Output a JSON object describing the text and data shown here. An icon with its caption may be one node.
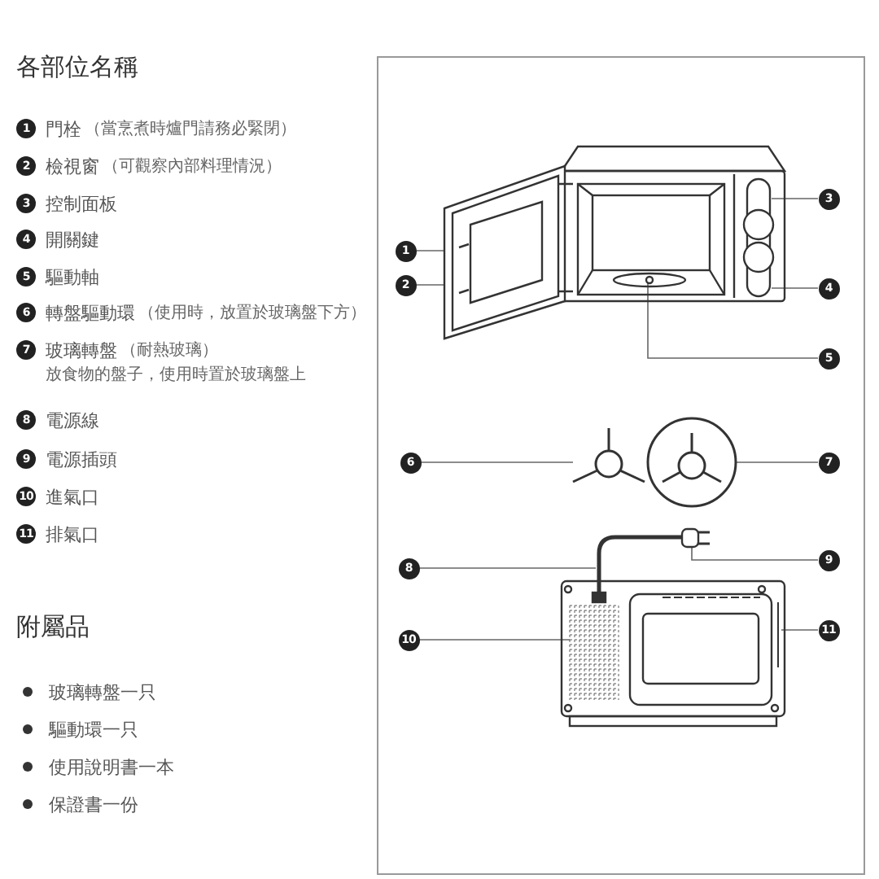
{
  "diagram": {
    "title": "各部位名稱",
    "nodes": [
      {
        "text": [
          "1"
        ],
        "beside": [
          "門栓",
          "（當烹煮時爐門請務必緊閉）"
        ]
      },
      {
        "text": [
          "2"
        ],
        "beside": [
          "檢視窗",
          "（可觀察內部料理情況）"
        ]
      },
      {
        "text": [
          "3"
        ],
        "beside": [
          "控制面板"
        ]
      },
      {
        "text": [
          "4"
        ],
        "beside": [
          "開關鍵"
        ]
      },
      {
        "text": [
          "5"
        ],
        "beside": [
          "驅動軸"
        ]
      },
      {
        "text": [
          "6"
        ],
        "beside": [
          "轉盤驅動環",
          "（使用時，放置於玻璃盤下方）"
        ]
      },
      {
        "text": [
          "7"
        ],
        "beside": [
          "玻璃轉盤",
          "（耐熱玻璃）",
          "放食物的盤子，使用時置於玻璃盤上"
        ]
      },
      {
        "text": [
          "8"
        ],
        "beside": [
          "電源線"
        ]
      },
      {
        "text": [
          "9"
        ],
        "beside": [
          "電源插頭"
        ]
      },
      {
        "text": [
          "10"
        ],
        "beside": [
          "進氣口"
        ]
      },
      {
        "text": [
          "11"
        ],
        "beside": [
          "排氣口"
        ]
      },
      {
        "text": [
          "1"
        ]
      },
      {
        "text": [
          "2"
        ]
      },
      {
        "text": [
          "3"
        ]
      },
      {
        "text": [
          "4"
        ]
      },
      {
        "text": [
          "5"
        ]
      },
      {
        "text": [
          "6"
        ]
      },
      {
        "text": [
          "7"
        ]
      },
      {
        "text": [
          "8"
        ]
      },
      {
        "text": [
          "9"
        ]
      },
      {
        "text": [
          "10"
        ]
      },
      {
        "text": [
          "11"
        ]
      },
      {
        "text": [],
        "shape": "circle"
      },
      {
        "text": [],
        "shape": "circle"
      }
    ],
    "edges": [
      {
        "from": 11,
        "to": null,
        "arrow": "none"
      },
      {
        "from": 12,
        "to": null,
        "arrow": "none"
      },
      {
        "from": 13,
        "to": null,
        "arrow": "none"
      },
      {
        "from": 14,
        "to": null,
        "arrow": "none"
      },
      {
        "from": 15,
        "to": null,
        "arrow": "none"
      },
      {
        "from": 16,
        "to": 22,
        "arrow": "none"
      },
      {
        "from": 17,
        "to": 23,
        "arrow": "none"
      },
      {
        "from": 18,
        "to": null,
        "arrow": "none"
      },
      {
        "from": 19,
        "to": null,
        "arrow": "none"
      },
      {
        "from": 20,
        "to": null,
        "arrow": "none"
      },
      {
        "from": 21,
        "to": null,
        "arrow": "none"
      }
    ],
    "labels": [
      "附屬品",
      "玻璃轉盤一只",
      "驅動環一只",
      "使用說明書一本",
      "保證書一份"
    ]
  }
}
